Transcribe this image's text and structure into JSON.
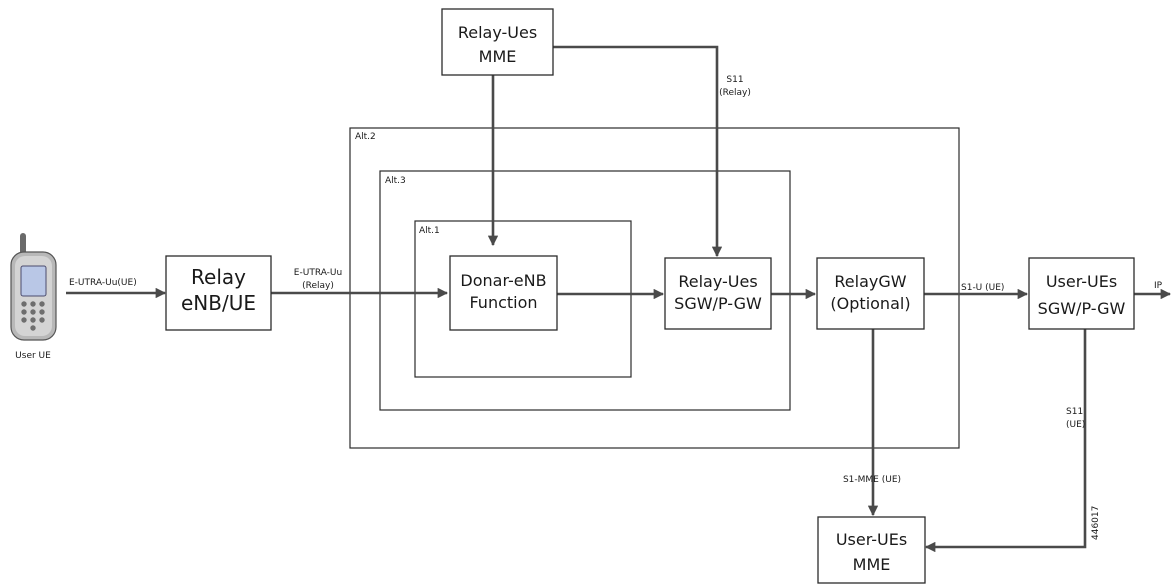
{
  "nodes": {
    "user_ue": "User UE",
    "relay_enb": [
      "Relay",
      "eNB/UE"
    ],
    "relay_ues_mme": [
      "Relay-Ues",
      "MME"
    ],
    "donar_enb": [
      "Donar-eNB",
      "Function"
    ],
    "relay_ues_sgw": [
      "Relay-Ues",
      "SGW/P-GW"
    ],
    "relay_gw": [
      "RelayGW",
      "(Optional)"
    ],
    "user_ues_sgw": [
      "User-UEs",
      "SGW/P-GW"
    ],
    "user_ues_mme": [
      "User-UEs",
      "MME"
    ]
  },
  "regions": {
    "alt1": "Alt.1",
    "alt2": "Alt.2",
    "alt3": "Alt.3"
  },
  "links": {
    "eutra_uu_ue": "E-UTRA-Uu(UE)",
    "eutra_uu_relay": [
      "E-UTRA-Uu",
      "(Relay)"
    ],
    "s11_relay": [
      "S11",
      "(Relay)"
    ],
    "s1u_ue": "S1-U (UE)",
    "ip": "IP",
    "s11_ue": [
      "S11",
      "(UE)"
    ],
    "s1mme_ue": "S1-MME (UE)"
  },
  "figure_id": "446017"
}
